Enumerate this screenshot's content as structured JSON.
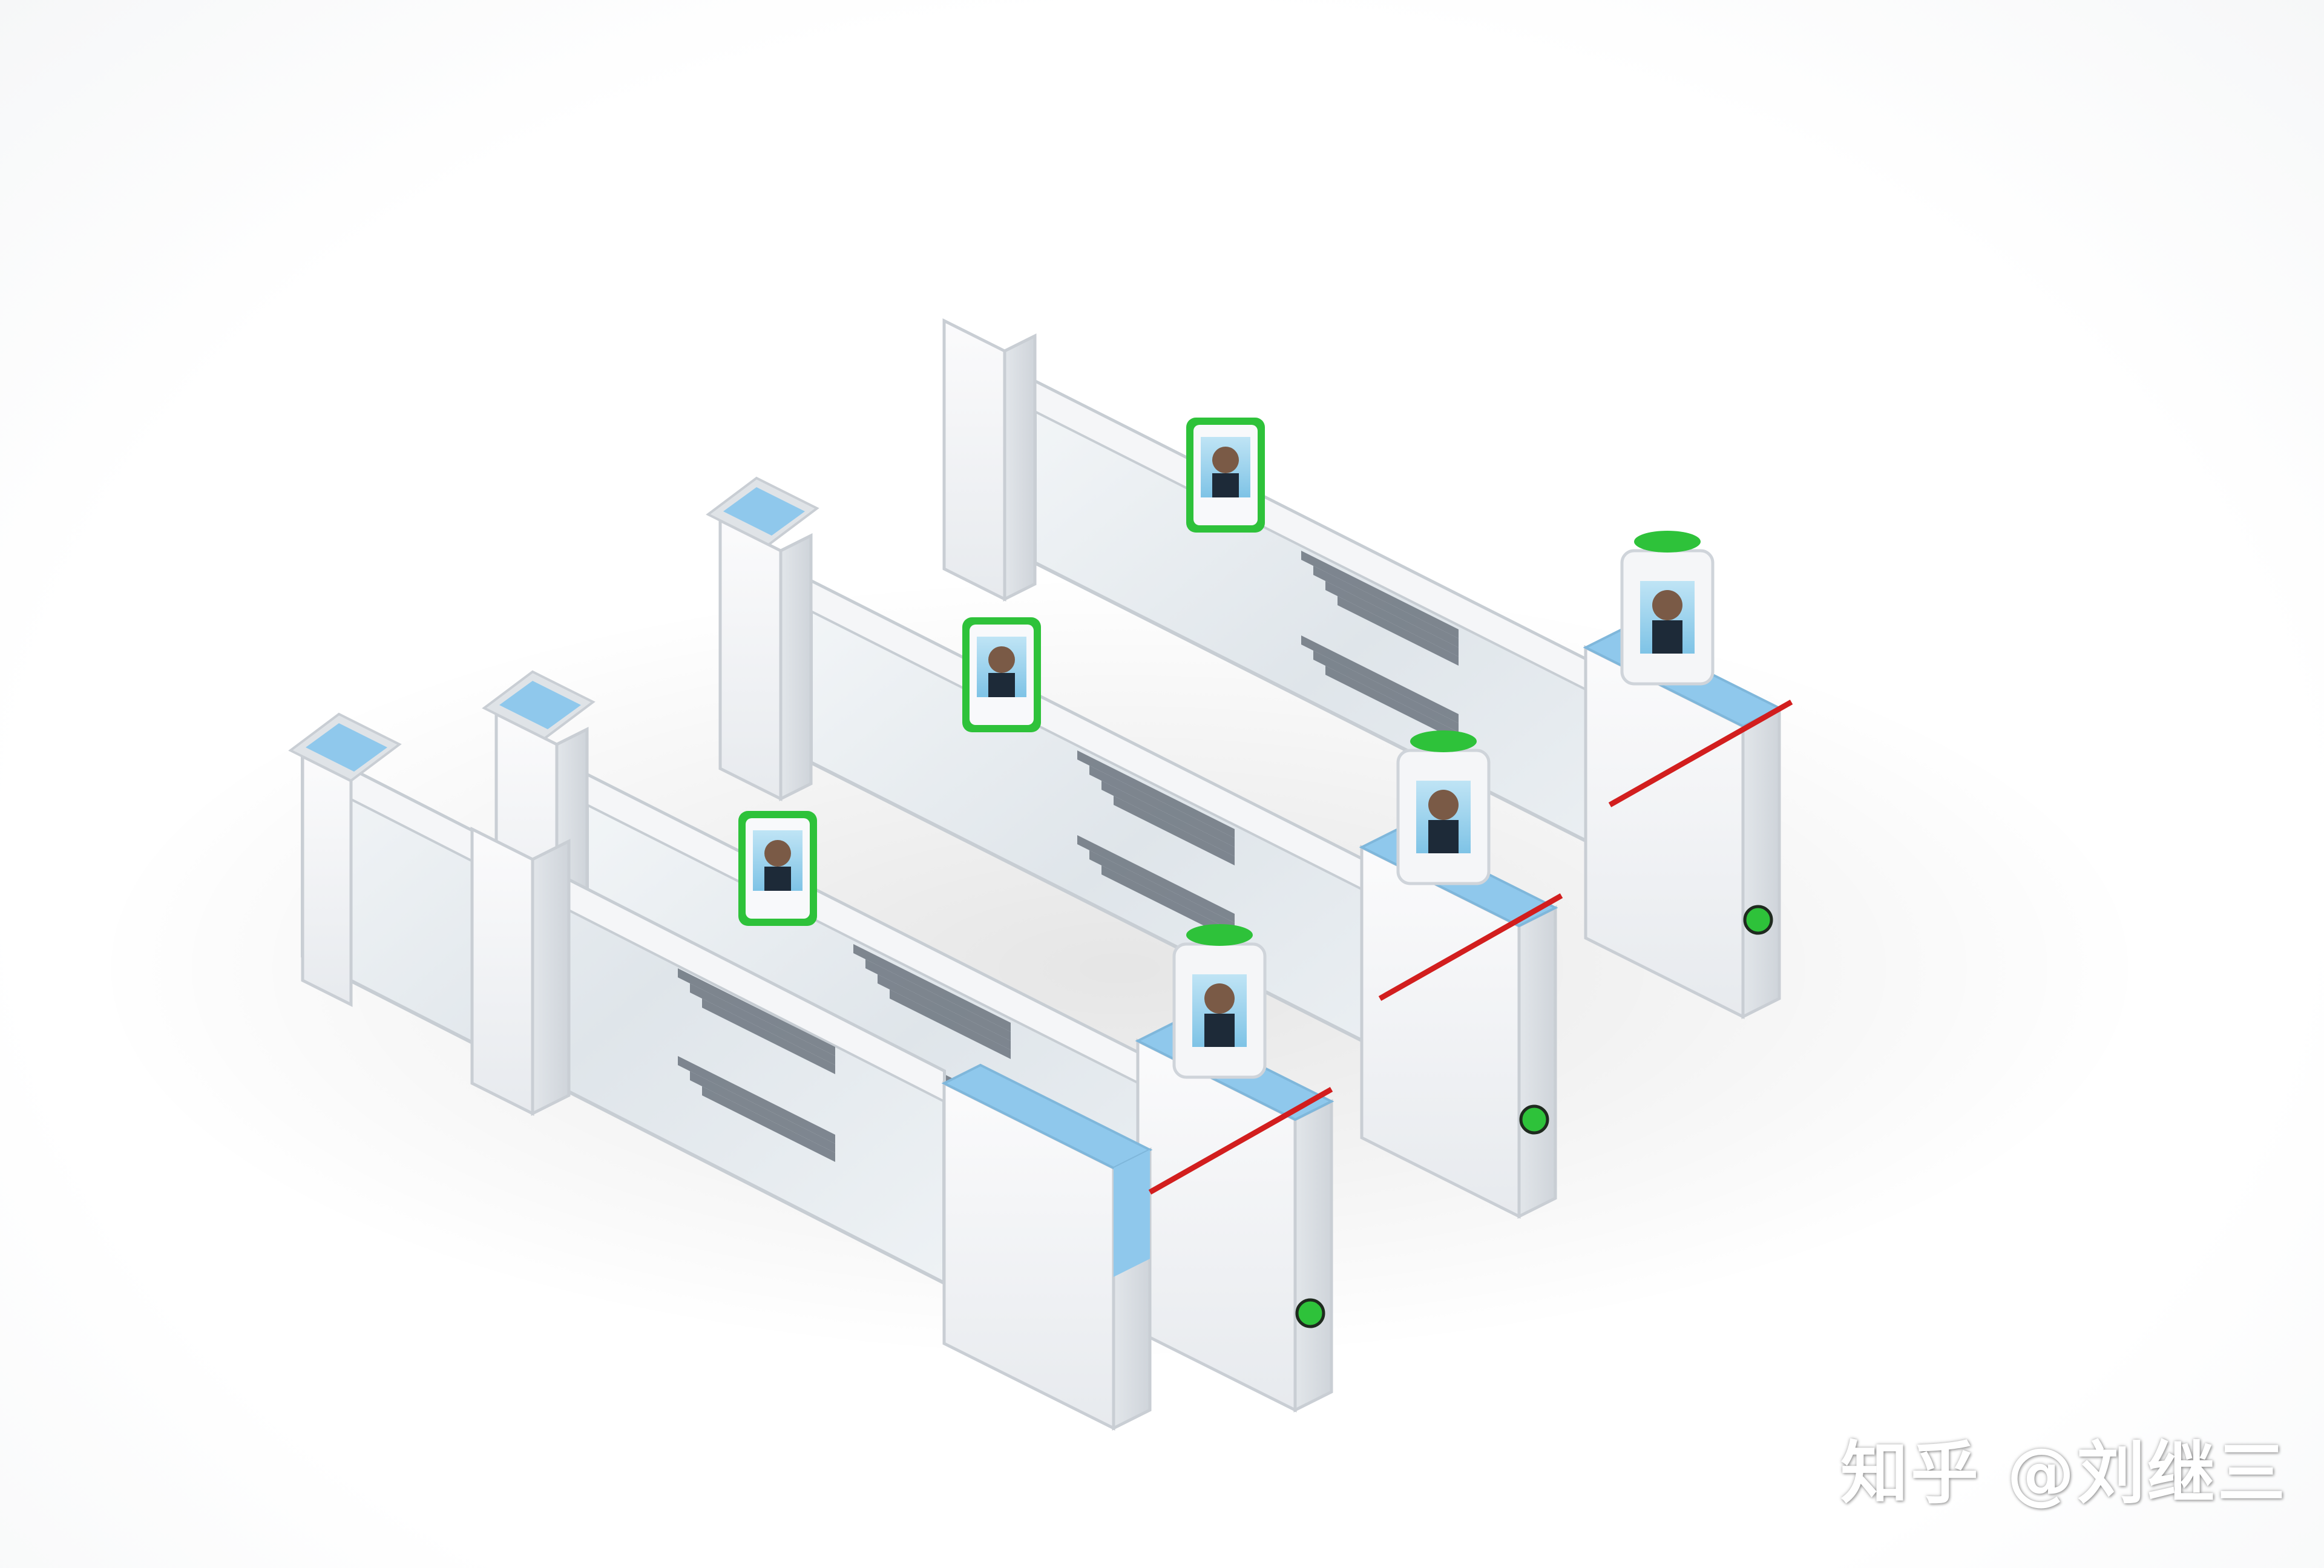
{
  "image": {
    "subject": "isometric-render-of-speed-gate-turnstiles",
    "lanes": 3,
    "face_terminals": 6,
    "colors": {
      "background": "#ffffff",
      "cabinet": "#f4f5f7",
      "cabinet_shadow": "#d9dde2",
      "accent_blue": "#8fc8ec",
      "barrier_red": "#d21e1e",
      "indicator_green": "#2ec23a",
      "glass": "#e9eef2",
      "stripe": "#5c6570"
    }
  },
  "watermark": {
    "text": "知乎 @刘继三"
  }
}
